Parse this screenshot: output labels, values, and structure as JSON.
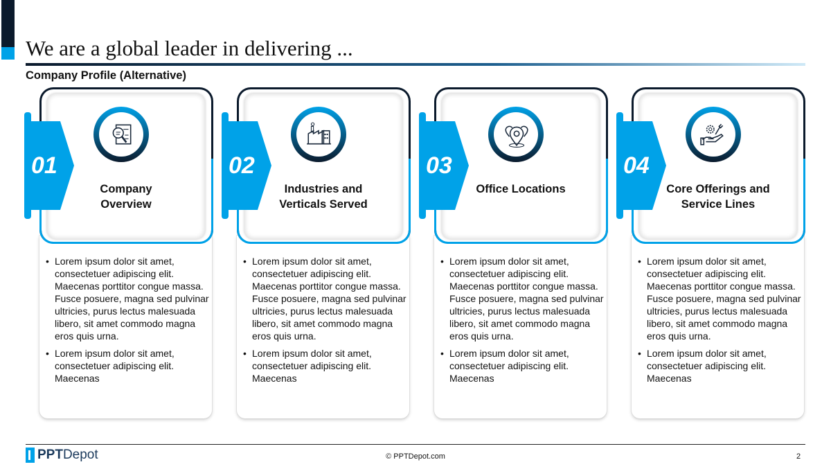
{
  "header": {
    "title": "We are a global leader in delivering ...",
    "subtitle": "Company Profile (Alternative)"
  },
  "colors": {
    "accent": "#00a2e8",
    "dark": "#0b1a2c"
  },
  "cards": [
    {
      "number": "01",
      "icon": "document-search-icon",
      "heading": "Company Overview",
      "bullets": [
        "Lorem ipsum dolor sit amet, consectetuer adipiscing elit. Maecenas porttitor congue massa. Fusce posuere, magna sed pulvinar ultricies, purus lectus malesuada libero, sit amet commodo magna eros quis urna.",
        "Lorem ipsum dolor sit amet, consectetuer adipiscing elit. Maecenas"
      ]
    },
    {
      "number": "02",
      "icon": "factory-icon",
      "heading": "Industries and Verticals Served",
      "bullets": [
        "Lorem ipsum dolor sit amet, consectetuer adipiscing elit. Maecenas porttitor congue massa. Fusce posuere, magna sed pulvinar ultricies, purus lectus malesuada libero, sit amet commodo magna eros quis urna.",
        "Lorem ipsum dolor sit amet, consectetuer adipiscing elit. Maecenas"
      ]
    },
    {
      "number": "03",
      "icon": "location-pins-icon",
      "heading": "Office Locations",
      "bullets": [
        "Lorem ipsum dolor sit amet, consectetuer adipiscing elit. Maecenas porttitor congue massa. Fusce posuere, magna sed pulvinar ultricies, purus lectus malesuada libero, sit amet commodo magna eros quis urna.",
        "Lorem ipsum dolor sit amet, consectetuer adipiscing elit. Maecenas"
      ]
    },
    {
      "number": "04",
      "icon": "service-hand-gear-icon",
      "heading": "Core Offerings and Service Lines",
      "bullets": [
        "Lorem ipsum dolor sit amet, consectetuer adipiscing elit. Maecenas porttitor congue massa. Fusce posuere, magna sed pulvinar ultricies, purus lectus malesuada libero, sit amet commodo magna eros quis urna.",
        "Lorem ipsum dolor sit amet, consectetuer adipiscing elit. Maecenas"
      ]
    }
  ],
  "footer": {
    "logo_bold": "PPT",
    "logo_rest": "Depot",
    "copyright": "© PPTDepot.com",
    "page": "2"
  }
}
